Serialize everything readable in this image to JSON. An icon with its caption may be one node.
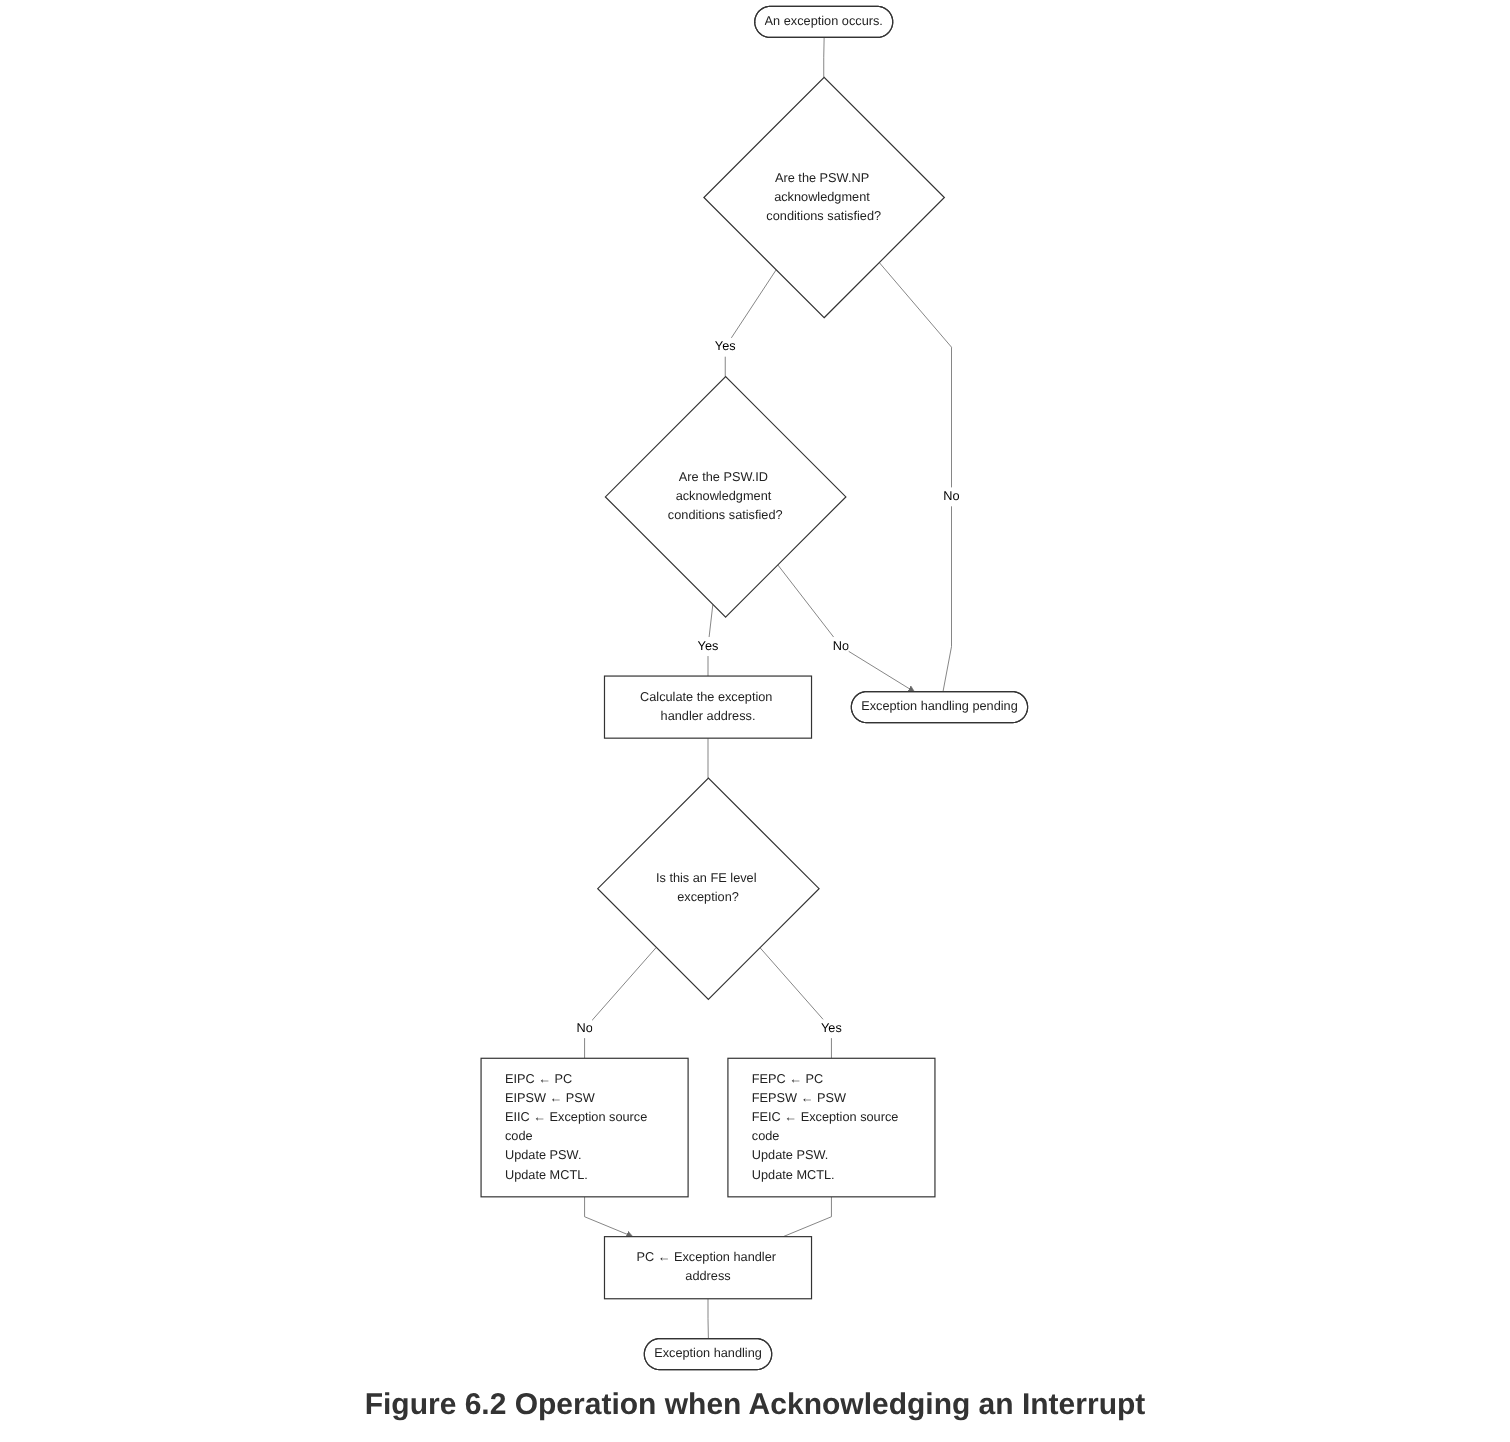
{
  "diagram": {
    "caption": "Figure 6.2 Operation when Acknowledging an Interrupt",
    "nodes": [
      {
        "text": [
          "An exception occurs."
        ]
      },
      {
        "text": [
          "Are the PSW.NP acknowledgment conditions satisfied?"
        ]
      },
      {
        "text": [
          "Are the PSW.ID acknowledgment conditions satisfied?"
        ]
      },
      {
        "text": [
          "Calculate the exception handler address."
        ]
      },
      {
        "text": [
          "Is this an FE level exception?"
        ]
      },
      {
        "text": [
          "FEPC ← PC",
          "FEPSW ← PSW",
          "FEIC ← Exception source code",
          "Update PSW.",
          "Update MCTL."
        ]
      },
      {
        "text": [
          "EIPC ← PC",
          "EIPSW ← PSW",
          "EIIC ← Exception source code",
          "Update PSW.",
          "Update MCTL."
        ]
      },
      {
        "text": [
          "PC ← Exception handler address"
        ]
      },
      {
        "text": [
          "Exception handling pending"
        ]
      },
      {
        "text": [
          "Exception handling"
        ]
      }
    ],
    "edges": [
      {
        "from": 0,
        "to": 1,
        "arrow": "none"
      },
      {
        "from": 1,
        "to": 2,
        "arrow": "none",
        "label": "Yes"
      },
      {
        "from": 1,
        "to": 8,
        "arrow": "none",
        "label": "No"
      },
      {
        "from": 2,
        "to": 8,
        "arrow": "to",
        "label": "No"
      },
      {
        "from": 2,
        "to": 3,
        "arrow": "none",
        "label": "Yes"
      },
      {
        "from": 3,
        "to": 4,
        "arrow": "none"
      },
      {
        "from": 4,
        "to": 5,
        "arrow": "none",
        "label": "Yes"
      },
      {
        "from": 4,
        "to": 6,
        "arrow": "none",
        "label": "No"
      },
      {
        "from": 5,
        "to": 7,
        "arrow": "none"
      },
      {
        "from": 6,
        "to": 7,
        "arrow": "to"
      },
      {
        "from": 7,
        "to": 9,
        "arrow": "none"
      }
    ]
  }
}
